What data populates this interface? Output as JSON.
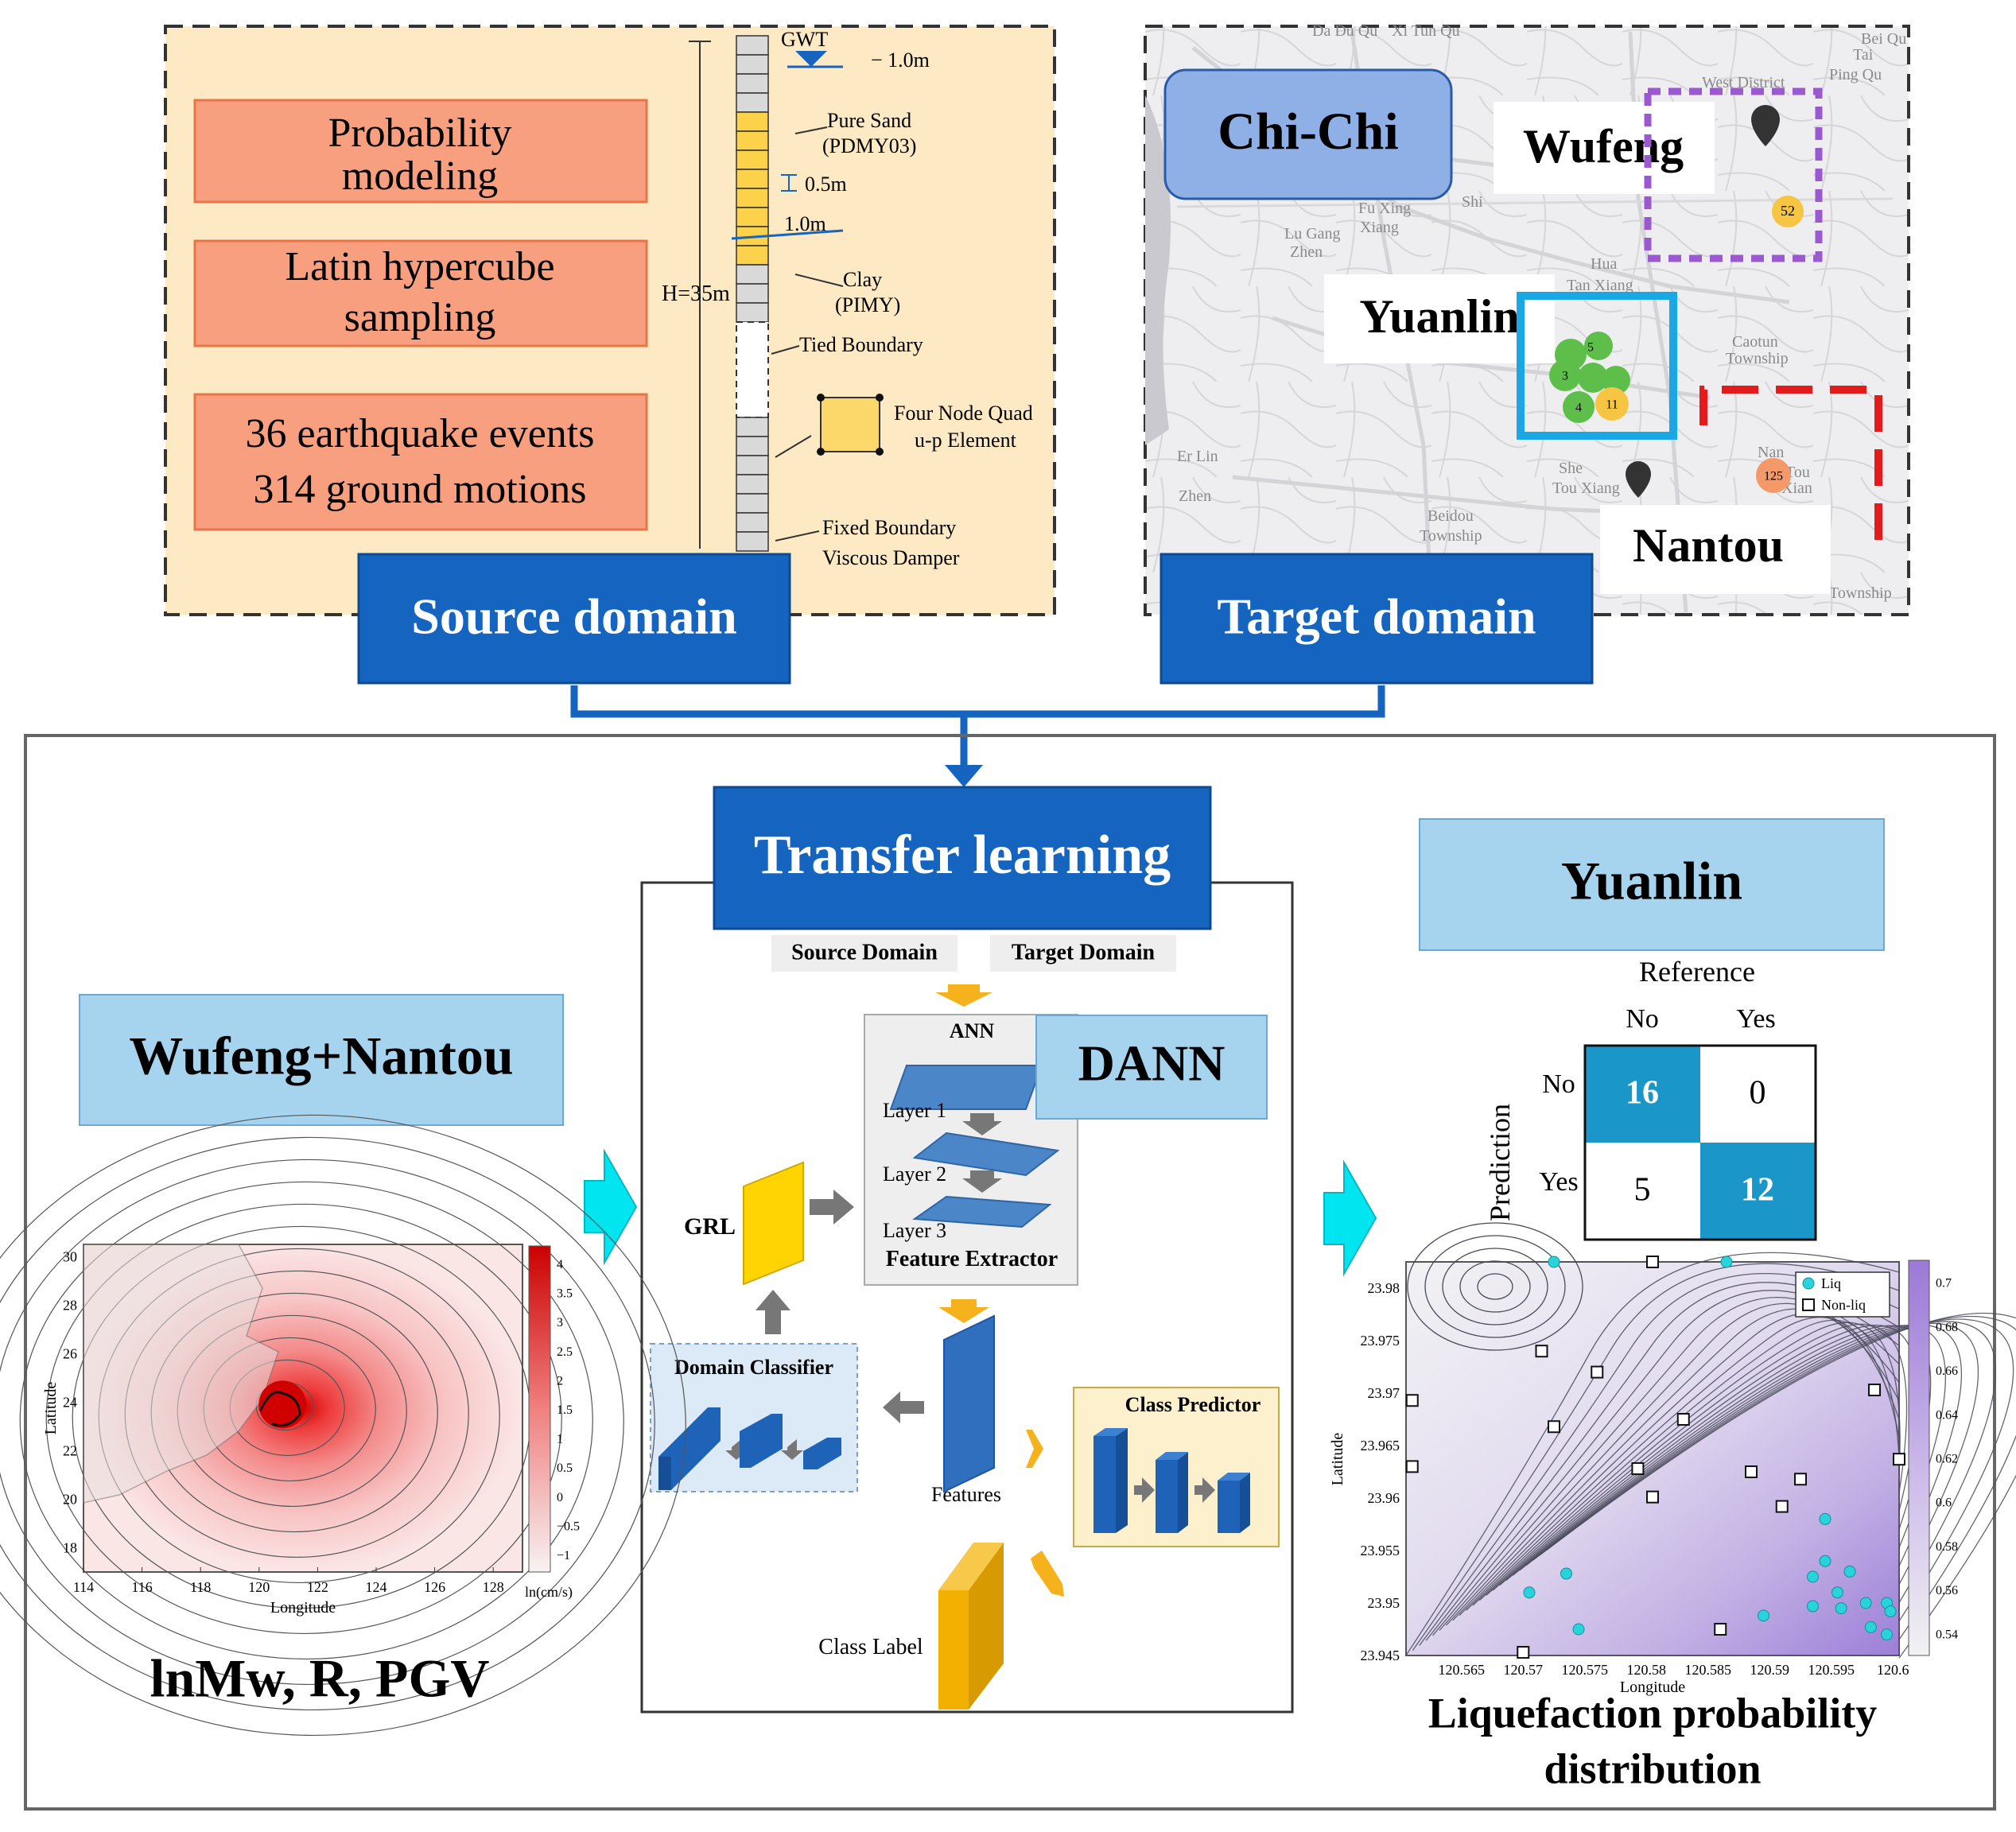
{
  "source_panel": {
    "boxes": [
      {
        "line1": "Probability",
        "line2": "modeling"
      },
      {
        "line1": "Latin hypercube",
        "line2": "sampling"
      },
      {
        "line1": "36 earthquake events",
        "line2": "314 ground motions"
      }
    ],
    "column": {
      "gwt": "GWT",
      "depth1": "− 1.0m",
      "pure_sand": "Pure Sand",
      "pure_sand_model": "(PDMY03)",
      "half_m": "0.5m",
      "one_m": "1.0m",
      "height": "H=35m",
      "clay": "Clay",
      "clay_model": "(PIMY)",
      "tied": "Tied Boundary",
      "quad1": "Four Node Quad",
      "quad2": "u-p Element",
      "fixed": "Fixed Boundary",
      "viscous": "Viscous Damper"
    },
    "label": "Source  domain"
  },
  "target_panel": {
    "chi_chi": "Chi-Chi",
    "wufeng": "Wufeng",
    "yuanlin": "Yuanlin",
    "nantou": "Nantou",
    "clusters": [
      "52",
      "5",
      "3",
      "4",
      "11",
      "125"
    ],
    "map_labels": [
      "Da Du Qu",
      "Xi Tun Qu",
      "Bei Qu",
      "Tai",
      "Ping Qu",
      "West District",
      "Fu Xing",
      "Xiang",
      "Lu Gang",
      "Zhen",
      "Tan Xiang",
      "Caotun",
      "Township",
      "Er Lin",
      "Zhen",
      "She",
      "Tou Xiang",
      "Beidou",
      "Township",
      "Nan",
      "Tou",
      "Xian",
      "Township",
      "Shi",
      "Hua"
    ],
    "label": "Target domain"
  },
  "transfer": {
    "title": "Transfer learning",
    "source_tag": "Source Domain",
    "target_tag": "Target Domain",
    "ann": "ANN",
    "dann": "DANN",
    "layer1": "Layer 1",
    "layer2": "Layer 2",
    "layer3": "Layer 3",
    "feature_extractor": "Feature Extractor",
    "grl": "GRL",
    "domain_classifier": "Domain Classifier",
    "features": "Features",
    "class_predictor": "Class Predictor",
    "class_label": "Class Label"
  },
  "left": {
    "title": "Wufeng+Nantou",
    "caption": "lnMw,  R,  PGV"
  },
  "right": {
    "title": "Yuanlin",
    "caption1": "Liquefaction probability",
    "caption2": "distribution"
  },
  "confusion": {
    "reference": "Reference",
    "prediction": "Prediction",
    "col_labels": [
      "No",
      "Yes"
    ],
    "row_labels": [
      "No",
      "Yes"
    ],
    "cells": [
      [
        "16",
        "0"
      ],
      [
        "5",
        "12"
      ]
    ],
    "highlight": "#1a97c8"
  },
  "colors": {
    "source_fill": "#fde9c3",
    "salmon": "#f79f7f",
    "navy_label": "#1565c0",
    "light_blue": "#a6d4ee",
    "wufeng_frame": "#9b59d0",
    "yuanlin_frame": "#1aa7e6",
    "nantou_frame": "#e41b1b",
    "arrow_cyan": "#00e5f0"
  },
  "chart_data": [
    {
      "type": "heatmap",
      "title": "",
      "xlabel": "Longitude",
      "ylabel": "Latitude",
      "xlim": [
        114,
        129
      ],
      "ylim": [
        17,
        30.5
      ],
      "x_ticks": [
        114,
        116,
        118,
        120,
        122,
        124,
        126,
        128
      ],
      "y_ticks": [
        18,
        20,
        22,
        24,
        26,
        28,
        30
      ],
      "colorbar_ticks": [
        "4",
        "3.5",
        "3",
        "2.5",
        "2",
        "1.5",
        "1",
        "0.5",
        "0",
        "−0.5",
        "−1"
      ],
      "colorbar_label": "ln(cm/s)",
      "colorbar_range": [
        -1.3,
        4.3
      ],
      "epicenter": {
        "x": 120.8,
        "y": 23.9
      }
    },
    {
      "type": "scatter",
      "title": "",
      "xlabel": "Longitude",
      "ylabel": "Latitude",
      "xlim": [
        120.5605,
        120.6005
      ],
      "ylim": [
        23.945,
        23.9825
      ],
      "x_ticks": [
        "120.565",
        "120.57",
        "120.575",
        "120.58",
        "120.585",
        "120.59",
        "120.595",
        "120.6"
      ],
      "y_ticks": [
        "23.945",
        "23.95",
        "23.955",
        "23.96",
        "23.965",
        "23.97",
        "23.975",
        "23.98"
      ],
      "colorbar_ticks": [
        "0.7",
        "0.68",
        "0.66",
        "0.64",
        "0.62",
        "0.6",
        "0.58",
        "0.56",
        "0.54"
      ],
      "colorbar_range": [
        0.53,
        0.71
      ],
      "legend_position": "top-right",
      "series": [
        {
          "name": "Liq",
          "points": [
            [
              120.5725,
              23.9825
            ],
            [
              120.5865,
              23.9825
            ],
            [
              120.5705,
              23.951
            ],
            [
              120.5735,
              23.9528
            ],
            [
              120.5745,
              23.9475
            ],
            [
              120.5895,
              23.9488
            ],
            [
              120.5935,
              23.9525
            ],
            [
              120.5945,
              23.954
            ],
            [
              120.5935,
              23.9497
            ],
            [
              120.5955,
              23.951
            ],
            [
              120.5945,
              23.958
            ],
            [
              120.5978,
              23.95
            ],
            [
              120.5965,
              23.953
            ],
            [
              120.5995,
              23.95
            ],
            [
              120.5998,
              23.9492
            ],
            [
              120.5982,
              23.9477
            ],
            [
              120.5995,
              23.947
            ],
            [
              120.5958,
              23.9495
            ]
          ]
        },
        {
          "name": "Non-liq",
          "points": [
            [
              120.5805,
              23.9825
            ],
            [
              120.561,
              23.9693
            ],
            [
              120.561,
              23.963
            ],
            [
              120.5715,
              23.974
            ],
            [
              120.576,
              23.972
            ],
            [
              120.5725,
              23.9668
            ],
            [
              120.583,
              23.9675
            ],
            [
              120.5793,
              23.9628
            ],
            [
              120.5805,
              23.9601
            ],
            [
              120.5885,
              23.9625
            ],
            [
              120.591,
              23.9592
            ],
            [
              120.5925,
              23.9618
            ],
            [
              120.5985,
              23.9703
            ],
            [
              120.6005,
              23.9637
            ],
            [
              120.586,
              23.9475
            ],
            [
              120.57,
              23.9453
            ]
          ]
        }
      ]
    }
  ]
}
